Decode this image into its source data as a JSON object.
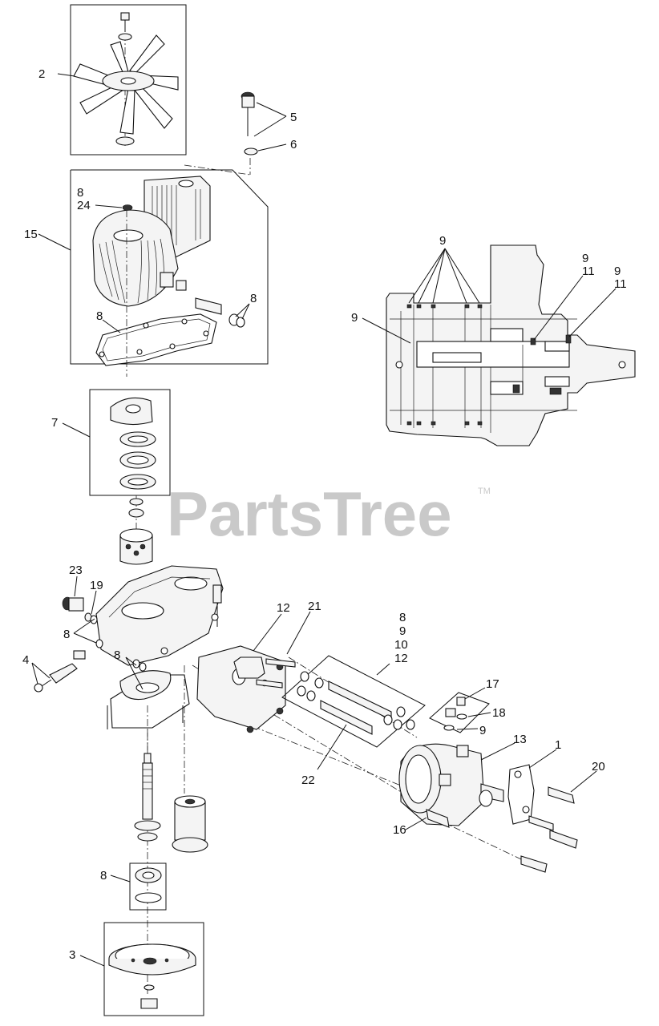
{
  "watermark": {
    "text": "PartsTree",
    "trademark": "TM"
  },
  "callouts": {
    "c1": "1",
    "c2": "2",
    "c3": "3",
    "c4": "4",
    "c5": "5",
    "c6": "6",
    "c7": "7",
    "c8_cap": "8",
    "c24": "24",
    "c15": "15",
    "c8_seals": "8",
    "c8_gasket": "8",
    "c23": "23",
    "c19": "19",
    "c8_left": "8",
    "c8_mid": "8",
    "c8_bearing": "8",
    "c12_bracket": "12",
    "c21": "21",
    "kit_a": "8",
    "kit_b": "9",
    "kit_c": "10",
    "kit_d": "12",
    "c17": "17",
    "c18": "18",
    "c9_kit": "9",
    "c13": "13",
    "c20": "20",
    "c22": "22",
    "c16": "16",
    "c9_top": "9",
    "c9_right_a": "9",
    "c11_right_a": "11",
    "c9_right_b": "9",
    "c11_right_b": "11",
    "c9_left": "9"
  }
}
